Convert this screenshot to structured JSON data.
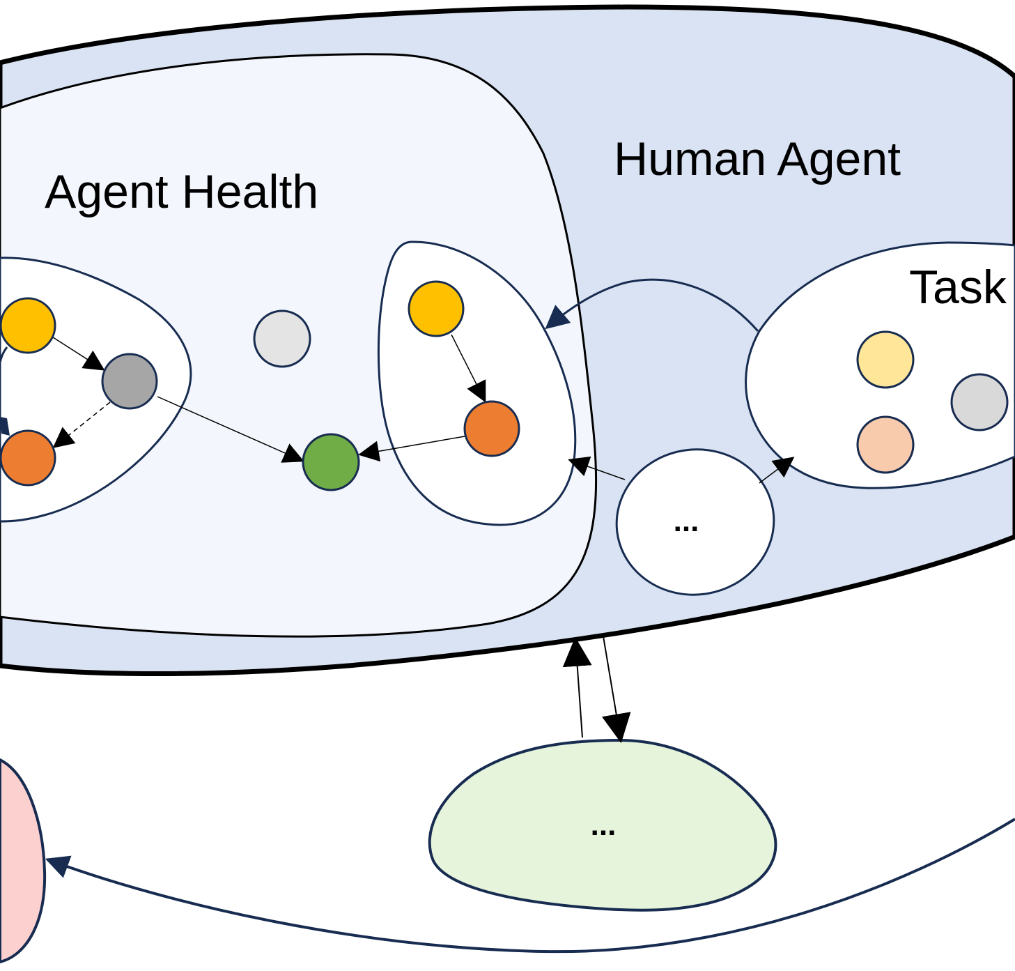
{
  "diagram": {
    "labels": {
      "human_agent": "Human Agent",
      "agent_health": "Agent Health",
      "task": "Task",
      "ellipsis_region": "...",
      "ellipsis_green": "..."
    },
    "colors": {
      "outer_region": "#dae3f3",
      "inner_region": "#f3f6fc",
      "white_blob": "#ffffff",
      "green_blob": "#e6f4dc",
      "pink_blob": "#fdd0d0",
      "node_stroke": "#172c50",
      "yellow": "#ffc000",
      "gray": "#a6a6a6",
      "light_gray": "#e4e4e4",
      "orange": "#ed7d31",
      "green": "#70ad47",
      "pale_yellow": "#ffe699",
      "pale_orange": "#f8cbad",
      "task_gray": "#d9d9d9"
    },
    "nodes": [
      {
        "id": "left-yellow",
        "color": "yellow"
      },
      {
        "id": "left-gray",
        "color": "gray"
      },
      {
        "id": "left-orange",
        "color": "orange"
      },
      {
        "id": "light-gray",
        "color": "light_gray"
      },
      {
        "id": "center-green",
        "color": "green"
      },
      {
        "id": "mid-yellow",
        "color": "yellow"
      },
      {
        "id": "mid-orange",
        "color": "orange"
      },
      {
        "id": "task-pale-yellow",
        "color": "pale_yellow"
      },
      {
        "id": "task-pale-orange",
        "color": "pale_orange"
      },
      {
        "id": "task-gray",
        "color": "task_gray"
      }
    ],
    "edges": [
      {
        "from": "left-yellow",
        "to": "left-gray",
        "style": "solid"
      },
      {
        "from": "left-gray",
        "to": "left-orange",
        "style": "dashed"
      },
      {
        "from": "left-gray",
        "to": "center-green",
        "style": "solid"
      },
      {
        "from": "mid-yellow",
        "to": "mid-orange",
        "style": "solid"
      },
      {
        "from": "mid-orange",
        "to": "center-green",
        "style": "solid"
      },
      {
        "from": "task-region",
        "to": "mid-region",
        "style": "solid"
      },
      {
        "from": "ellipsis-region",
        "to": "mid-region",
        "style": "solid"
      },
      {
        "from": "ellipsis-region",
        "to": "task-region",
        "style": "solid"
      },
      {
        "from": "green-blob",
        "to": "human-agent-region",
        "style": "solid"
      },
      {
        "from": "human-agent-region",
        "to": "green-blob",
        "style": "solid"
      },
      {
        "from": "right-offscreen",
        "to": "pink-blob",
        "style": "solid"
      }
    ]
  }
}
